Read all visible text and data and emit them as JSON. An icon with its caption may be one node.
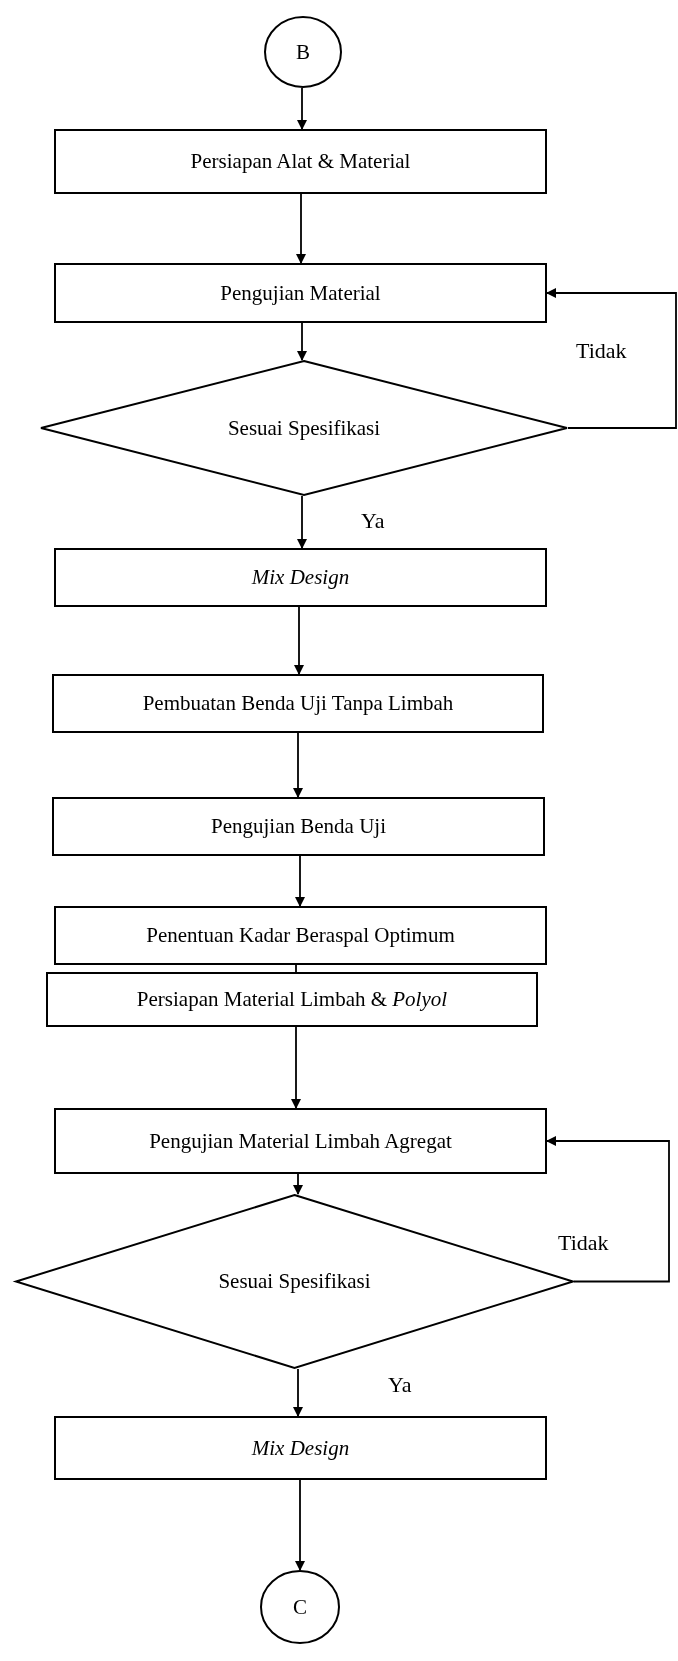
{
  "diagram": {
    "nodes": [
      {
        "text": [
          "B"
        ]
      },
      {
        "text": [
          "Persiapan Alat & Material"
        ]
      },
      {
        "text": [
          "Pengujian Material"
        ]
      },
      {
        "text": [
          "Sesuai Spesifikasi"
        ]
      },
      {
        "text": [
          "Mix Design"
        ]
      },
      {
        "text": [
          "Pembuatan Benda Uji Tanpa Limbah"
        ]
      },
      {
        "text": [
          "Pengujian Benda Uji"
        ]
      },
      {
        "text": [
          "Penentuan Kadar Beraspal Optimum"
        ]
      },
      {
        "text": [
          "Persiapan Material Limbah & *Polyol*"
        ]
      },
      {
        "text": [
          "Pengujian Material Limbah Agregat"
        ]
      },
      {
        "text": [
          "Sesuai Spesifikasi"
        ]
      },
      {
        "text": [
          "Mix Design"
        ]
      },
      {
        "text": [
          "C"
        ]
      }
    ],
    "edges": [
      {
        "from": 0,
        "to": 1,
        "arrow": "to"
      },
      {
        "from": 1,
        "to": 2,
        "arrow": "to"
      },
      {
        "from": 2,
        "to": 3,
        "arrow": "to"
      },
      {
        "from": 3,
        "to": 4,
        "arrow": "to",
        "label": "Ya"
      },
      {
        "from": 4,
        "to": 5,
        "arrow": "to"
      },
      {
        "from": 5,
        "to": 6,
        "arrow": "to"
      },
      {
        "from": 6,
        "to": 7,
        "arrow": "to"
      },
      {
        "from": 7,
        "to": 8,
        "arrow": "none"
      },
      {
        "from": 8,
        "to": 9,
        "arrow": "to"
      },
      {
        "from": 9,
        "to": 10,
        "arrow": "to"
      },
      {
        "from": 10,
        "to": 11,
        "arrow": "to",
        "label": "Ya"
      },
      {
        "from": 11,
        "to": 12,
        "arrow": "to"
      },
      {
        "from": 3,
        "to": 2,
        "arrow": "to",
        "label": "Tidak"
      },
      {
        "from": 10,
        "to": 9,
        "arrow": "to",
        "label": "Tidak"
      }
    ]
  }
}
